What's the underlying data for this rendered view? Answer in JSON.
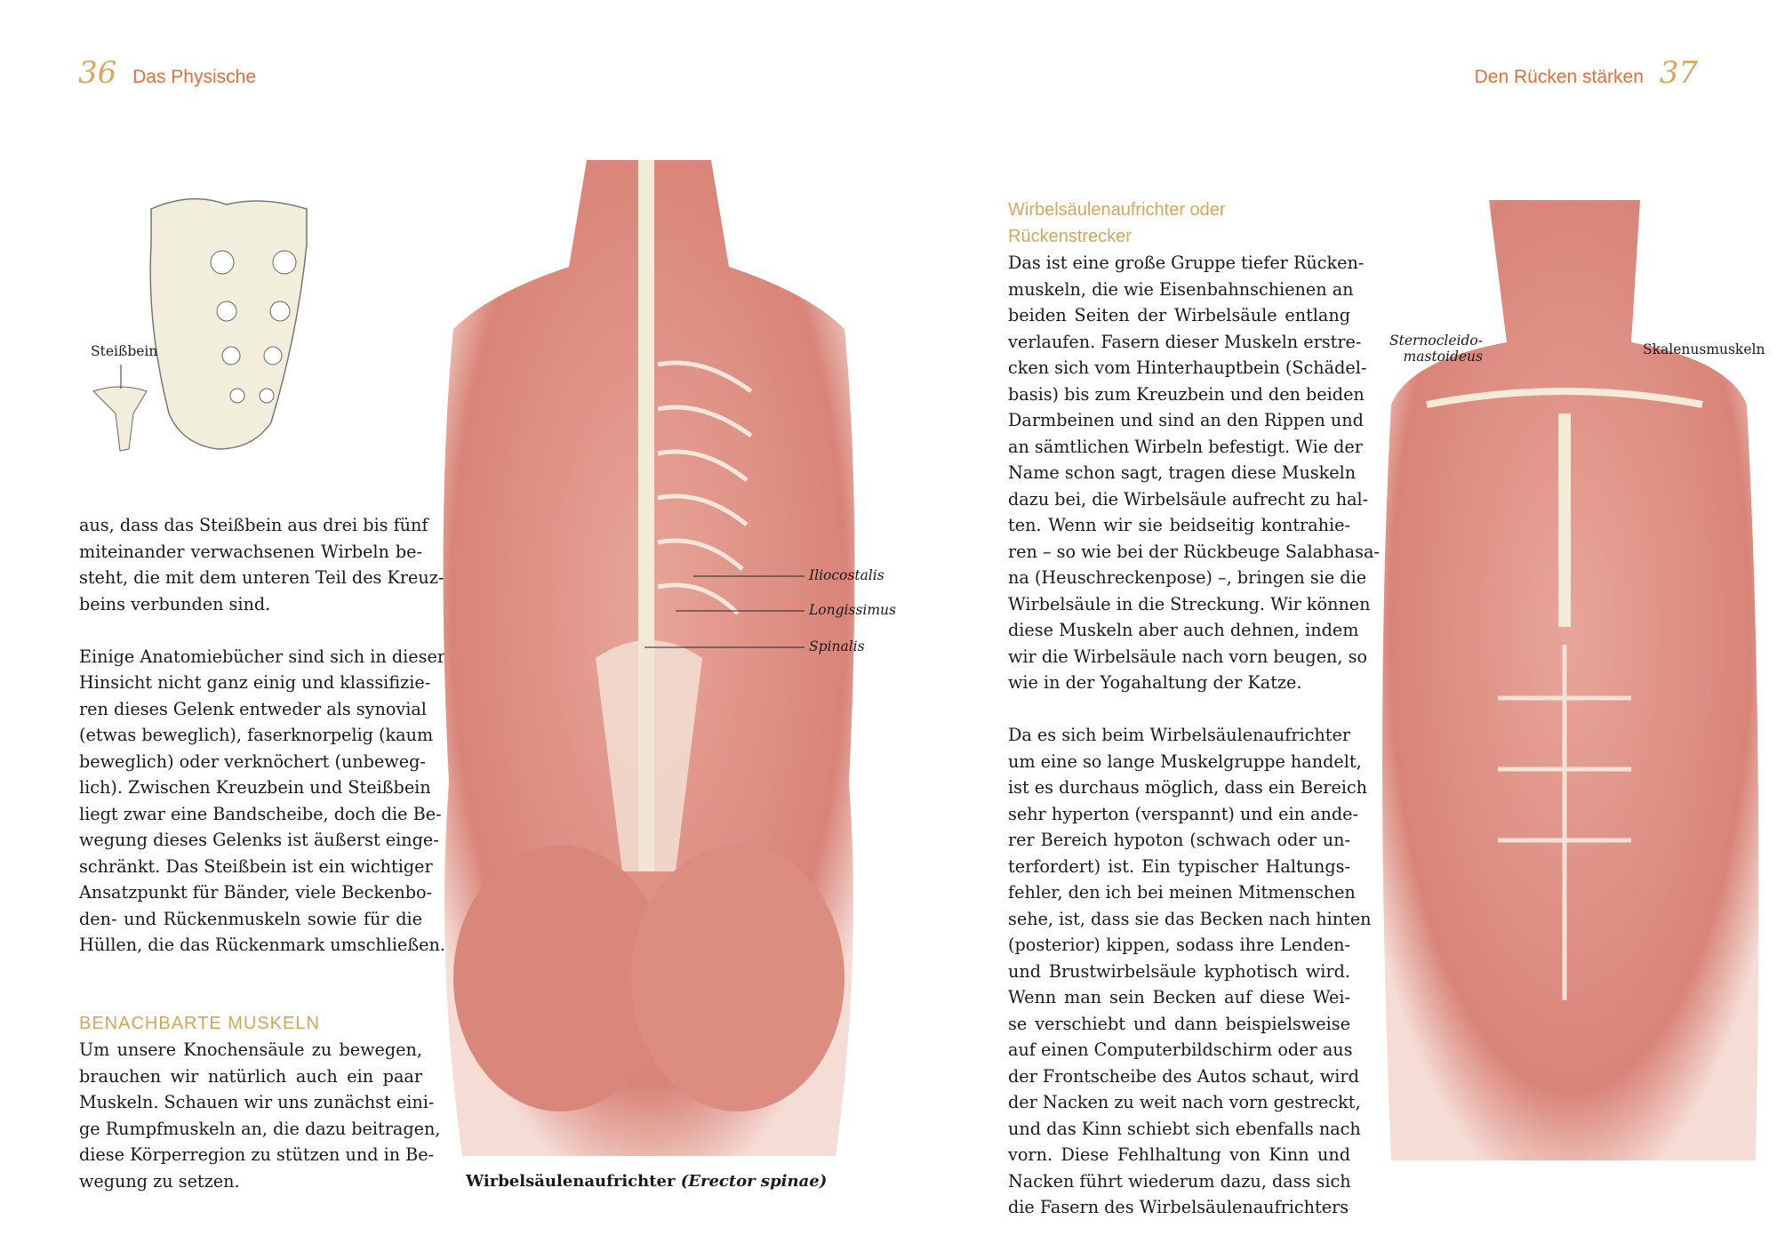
{
  "left_page": {
    "page_number": "36",
    "running_title": "Das Physische",
    "figure_label_coccyx": "Steißbein",
    "paragraphs": [
      [
        "aus, dass das Steißbein aus drei bis fünf",
        "miteinander verwachsenen Wirbeln be-",
        "steht, die mit dem unteren Teil des Kreuz-",
        "beins verbunden sind."
      ],
      [
        "Einige Anatomiebücher sind sich in dieser",
        "Hinsicht nicht ganz einig und klassifizie-",
        "ren dieses Gelenk entweder als synovial",
        "(etwas beweglich), faserknorpelig (kaum",
        "beweglich) oder verknöchert (unbeweg-",
        "lich). Zwischen Kreuzbein und Steißbein",
        "liegt zwar eine Bandscheibe, doch die Be-",
        "wegung dieses Gelenks ist äußerst einge-",
        "schränkt. Das Steißbein ist ein wichtiger",
        "Ansatzpunkt für Bänder, viele Beckenbo-",
        "den- und Rückenmuskeln sowie für die",
        "Hüllen, die das Rückenmark umschließen."
      ]
    ],
    "section_heading": "BENACHBARTE MUSKELN",
    "section_paragraph": [
      "Um unsere Knochensäule zu bewegen,",
      "brauchen wir natürlich auch ein paar",
      "Muskeln. Schauen wir uns zunächst eini-",
      "ge Rumpfmuskeln an, die dazu beitragen,",
      "diese Körperregion zu stützen und in Be-",
      "wegung zu setzen."
    ]
  },
  "back_figure": {
    "labels": [
      "Iliocostalis",
      "Longissimus",
      "Spinalis"
    ],
    "caption_main": "Wirbelsäulenaufrichter ",
    "caption_italic": "(Erector spinae)"
  },
  "right_page": {
    "page_number": "37",
    "running_title": "Den Rücken stärken",
    "subheading": "Wirbelsäulenaufrichter oder Rückenstrecker",
    "paragraphs": [
      [
        "Das ist eine große Gruppe tiefer Rücken-",
        "muskeln, die wie Eisenbahnschienen an",
        "beiden Seiten der Wirbelsäule entlang",
        "verlaufen. Fasern dieser Muskeln erstre-",
        "cken sich vom Hinterhauptbein (Schädel-",
        "basis) bis zum Kreuzbein und den beiden",
        "Darmbeinen und sind an den Rippen und",
        "an sämtlichen Wirbeln befestigt. Wie der",
        "Name schon sagt, tragen diese Muskeln",
        "dazu bei, die Wirbelsäule aufrecht zu hal-",
        "ten. Wenn wir sie beidseitig kontrahie-",
        "ren – so wie bei der Rückbeuge Salabhasa-",
        "na (Heuschreckenpose) –, bringen sie die",
        "Wirbelsäule in die Streckung. Wir können",
        "diese Muskeln aber auch dehnen, indem",
        "wir die Wirbelsäule nach vorn beugen, so",
        "wie in der Yogahaltung der Katze."
      ],
      [
        "Da es sich beim Wirbelsäulenaufrichter",
        "um eine so lange Muskelgruppe handelt,",
        "ist es durchaus möglich, dass ein Bereich",
        "sehr hyperton (verspannt) und ein ande-",
        "rer Bereich hypoton (schwach oder un-",
        "terfordert) ist. Ein typischer Haltungs-",
        "fehler, den ich bei meinen Mitmenschen",
        "sehe, ist, dass sie das Becken nach hinten",
        "(posterior) kippen, sodass ihre Lenden-",
        "und Brustwirbelsäule kyphotisch wird.",
        "Wenn man sein Becken auf diese Wei-",
        "se verschiebt und dann beispielsweise",
        "auf einen Computerbildschirm oder aus",
        "der Frontscheibe des Autos schaut, wird",
        "der Nacken zu weit nach vorn gestreckt,",
        "und das Kinn schiebt sich ebenfalls nach",
        "vorn. Diese Fehlhaltung von Kinn und",
        "Nacken führt wiederum dazu, dass sich",
        "die Fasern des Wirbelsäulenaufrichters"
      ]
    ],
    "front_figure_labels": {
      "sternocleido_line1": "Sternocleido-",
      "sternocleido_line2": "mastoideus",
      "scalene": "Skalenusmuskeln"
    }
  },
  "colors": {
    "header": "#e2703c",
    "heading": "#d6a55a",
    "muscle": "#e0978c",
    "bone": "#f1efdc"
  }
}
